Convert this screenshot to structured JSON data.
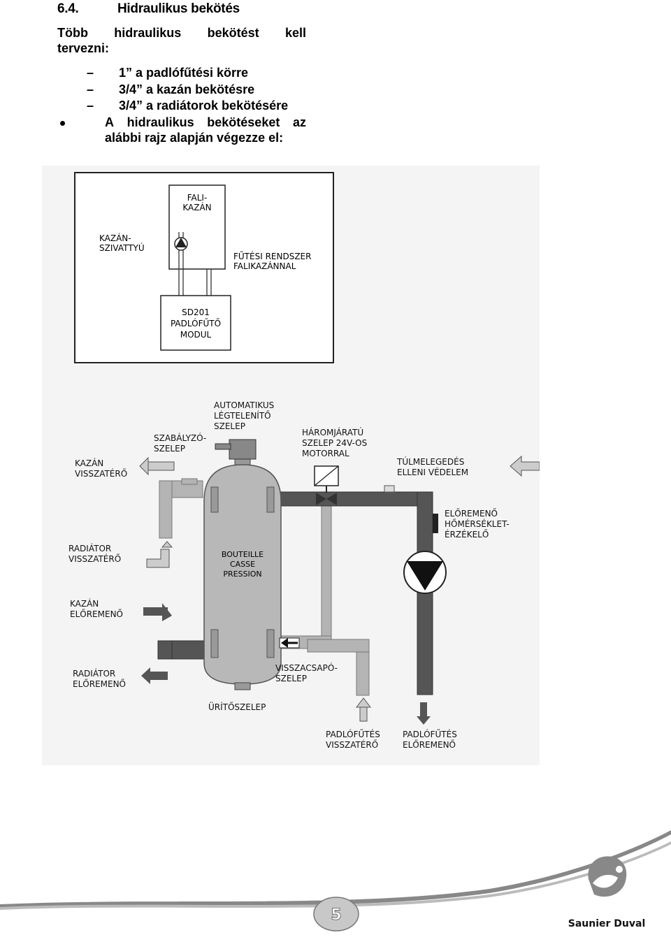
{
  "heading": {
    "number": "6.4.",
    "title": "Hidraulikus bekötés"
  },
  "intro": {
    "words": [
      "Több",
      "hidraulikus",
      "bekötést",
      "kell"
    ],
    "line2": "tervezni:"
  },
  "items": [
    "1” a padlófűtési körre",
    "3/4” a kazán bekötésre",
    "3/4” a radiátorok bekötésére"
  ],
  "bullet": {
    "words": [
      "A",
      "hidraulikus",
      "bekötéseket",
      "az"
    ],
    "line2": "alábbi rajz alapján végezze el:"
  },
  "diagram_top": {
    "boiler": [
      "FALI-",
      "KAZÁN"
    ],
    "pump": [
      "KAZÁN-",
      "SZIVATTYÚ"
    ],
    "system": [
      "FŰTÉSI RENDSZER",
      "FALIKAZÁNNAL"
    ],
    "module": [
      "SD201",
      "PADLÓFŰTŐ",
      "MODUL"
    ]
  },
  "diagram_main": {
    "air_vent": [
      "AUTOMATIKUS",
      "LÉGTELENÍTŐ",
      "SZELEP"
    ],
    "control_valve": [
      "SZABÁLYZÓ-",
      "SZELEP"
    ],
    "three_way": [
      "HÁROMJÁRATÚ",
      "SZELEP 24V-OS",
      "MOTORRAL"
    ],
    "overheat": [
      "TÚLMELEGEDÉS",
      "ELLENI VÉDELEM"
    ],
    "boiler_return": [
      "KAZÁN",
      "VISSZATÉRŐ"
    ],
    "radiator_return": [
      "RADIÁTOR",
      "VISSZATÉRŐ"
    ],
    "boiler_flow": [
      "KAZÁN",
      "ELŐREMENŐ"
    ],
    "radiator_flow": [
      "RADIÁTOR",
      "ELŐREMENŐ"
    ],
    "bottle": [
      "BOUTEILLE",
      "CASSE",
      "PRESSION"
    ],
    "flow_sensor": [
      "ELŐREMENŐ",
      "HŐMÉRSÉKLET-",
      "ÉRZÉKELŐ"
    ],
    "check_valve": [
      "VISSZACSAPÓ-",
      "SZELEP"
    ],
    "drain": "ÜRÍTŐSZELEP",
    "floor_return": [
      "PADLÓFŰTÉS",
      "VISSZATÉRŐ"
    ],
    "floor_flow": [
      "PADLÓFŰTÉS",
      "ELŐREMENŐ"
    ]
  },
  "footer": {
    "page": "5",
    "brand": "Saunier Duval"
  },
  "colors": {
    "light_pipe": "#b4b4b4",
    "dark_pipe": "#555555",
    "bottle": "#b8b8b8"
  }
}
